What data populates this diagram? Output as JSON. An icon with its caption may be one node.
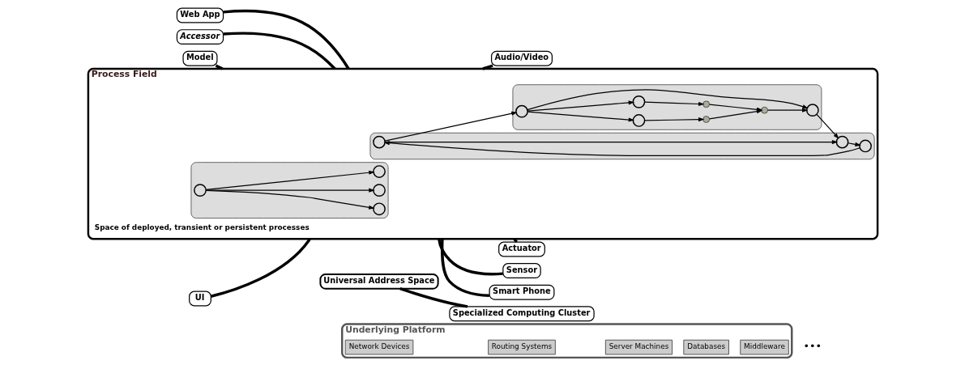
{
  "diagram": {
    "nodes": [
      {
        "text": [
          "Web App"
        ]
      },
      {
        "text": [
          "Accessor"
        ]
      },
      {
        "text": [
          "Model"
        ]
      },
      {
        "text": [
          "UI"
        ]
      },
      {
        "text": [
          "Process Field"
        ]
      },
      {
        "text": [],
        "shape": "box",
        "in": 4
      },
      {
        "text": [],
        "shape": "circle",
        "in": 5
      },
      {
        "text": [],
        "shape": "circle",
        "in": 5
      },
      {
        "text": [],
        "shape": "circle",
        "in": 5
      },
      {
        "text": [],
        "shape": "box",
        "in": 4
      },
      {
        "text": [],
        "shape": "circle",
        "in": 9
      },
      {
        "text": [],
        "shape": "circle",
        "in": 9
      },
      {
        "text": [],
        "shape": "circle",
        "in": 9
      },
      {
        "text": [],
        "shape": "circle",
        "in": 9
      },
      {
        "text": [],
        "shape": "circle",
        "in": 9
      },
      {
        "text": [],
        "shape": "circle",
        "in": 9
      },
      {
        "text": [],
        "shape": "circle",
        "in": 9
      },
      {
        "text": [],
        "shape": "box",
        "in": 4
      },
      {
        "text": [],
        "shape": "circle",
        "in": 17
      },
      {
        "text": [],
        "shape": "circle",
        "in": 17
      },
      {
        "text": [],
        "shape": "circle",
        "in": 17
      },
      {
        "text": [],
        "shape": "circle",
        "in": 17
      },
      {
        "text": [
          "Universal Address Space"
        ]
      },
      {
        "text": [
          "Underlying Platform"
        ]
      },
      {
        "text": [
          "Network Devices"
        ],
        "in": 23
      },
      {
        "text": [
          "Routing Systems"
        ],
        "in": 23
      },
      {
        "text": [
          "Server Machines"
        ],
        "in": 23
      },
      {
        "text": [
          "Databases"
        ],
        "in": 23
      },
      {
        "text": [
          "Middleware"
        ],
        "in": 23
      },
      {
        "text": [
          "Actuator"
        ]
      },
      {
        "text": [
          "Sensor"
        ]
      },
      {
        "text": [
          "Smart Phone"
        ]
      },
      {
        "text": [
          "Audio/Video"
        ]
      },
      {
        "text": [
          "Specialized Computing Cluster"
        ]
      }
    ],
    "edges": [
      {
        "from": 0,
        "to": 4,
        "arrow": "none",
        "style": "thick"
      },
      {
        "from": 1,
        "to": 4,
        "arrow": "none",
        "style": "thick"
      },
      {
        "from": 2,
        "to": 4,
        "arrow": "none",
        "style": "thick"
      },
      {
        "from": 3,
        "to": 4,
        "arrow": "none",
        "style": "thick"
      },
      {
        "from": 6,
        "to": 7,
        "arrow": "to"
      },
      {
        "from": 7,
        "to": 8,
        "arrow": "to"
      },
      {
        "from": 8,
        "to": 6,
        "arrow": "to"
      },
      {
        "from": 6,
        "to": 10,
        "arrow": "to"
      },
      {
        "from": 12,
        "to": 7,
        "arrow": "to"
      },
      {
        "from": 10,
        "to": 11,
        "arrow": "to"
      },
      {
        "from": 11,
        "to": 14,
        "arrow": "to"
      },
      {
        "from": 14,
        "to": 15,
        "arrow": "to"
      },
      {
        "from": 15,
        "to": 12,
        "arrow": "to"
      },
      {
        "from": 16,
        "to": 15,
        "arrow": "to"
      },
      {
        "from": 13,
        "to": 16,
        "arrow": "to"
      },
      {
        "from": 10,
        "to": 12,
        "arrow": "to"
      },
      {
        "from": 10,
        "to": 13,
        "arrow": "to"
      },
      {
        "from": 18,
        "to": 19,
        "arrow": "to"
      },
      {
        "from": 18,
        "to": 20,
        "arrow": "to"
      },
      {
        "from": 18,
        "to": 21,
        "arrow": "to"
      },
      {
        "from": 4,
        "to": 29,
        "arrow": "none",
        "style": "thick"
      },
      {
        "from": 4,
        "to": 30,
        "arrow": "none",
        "style": "thick"
      },
      {
        "from": 4,
        "to": 31,
        "arrow": "none",
        "style": "thick"
      },
      {
        "from": 4,
        "to": 32,
        "arrow": "none",
        "style": "thick"
      },
      {
        "from": 22,
        "to": 33,
        "arrow": "none",
        "style": "thick"
      }
    ],
    "labels": [
      "Space of deployed, transient or persistent processes",
      "•••"
    ]
  }
}
